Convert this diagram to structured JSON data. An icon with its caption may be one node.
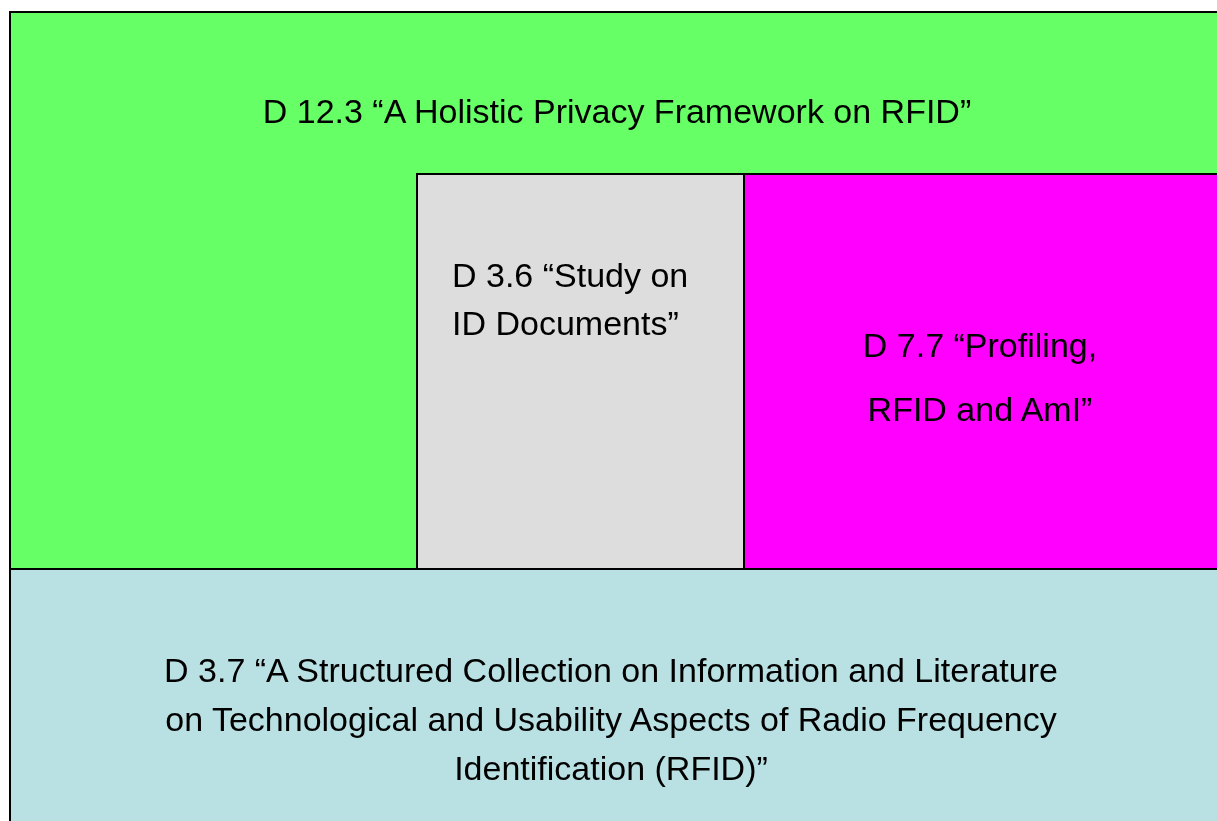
{
  "diagram": {
    "nodes": [
      {
        "text": [
          "D 12.3 “A Holistic Privacy Framework on RFID”"
        ]
      },
      {
        "text": [
          "D 3.6 “Study on ID Documents”"
        ],
        "in": 0
      },
      {
        "text": [
          "D 7.7 “Profiling, RFID and AmI”"
        ],
        "in": 0
      },
      {
        "text": [
          "D 3.7 “A Structured Collection on Information and Literature on Technological and Usability Aspects of Radio Frequency Identification (RFID)”"
        ]
      }
    ]
  }
}
